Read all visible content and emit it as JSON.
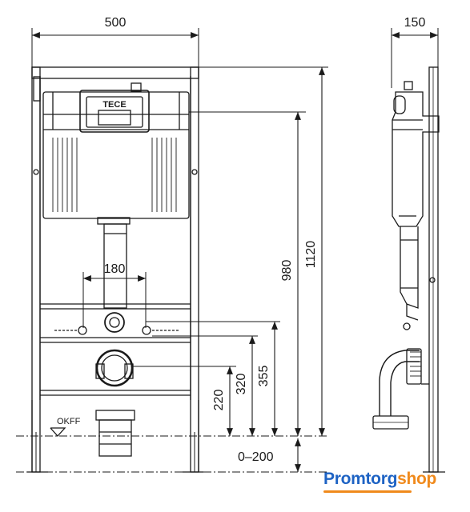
{
  "dimensions": {
    "width_front": "500",
    "depth_side": "150",
    "flush_spacing": "180",
    "height_total": "1120",
    "height_cistern": "980",
    "height_355": "355",
    "height_320": "320",
    "height_220": "220",
    "floor_adjust": "0–200"
  },
  "labels": {
    "floor_level": "OKFF",
    "brand_plate": "TECE"
  },
  "logo": {
    "part1": "Promtorg",
    "part2": "shop"
  },
  "colors": {
    "line": "#1a1a1a",
    "logo_blue": "#1e63c4",
    "logo_orange": "#f08a1c"
  }
}
